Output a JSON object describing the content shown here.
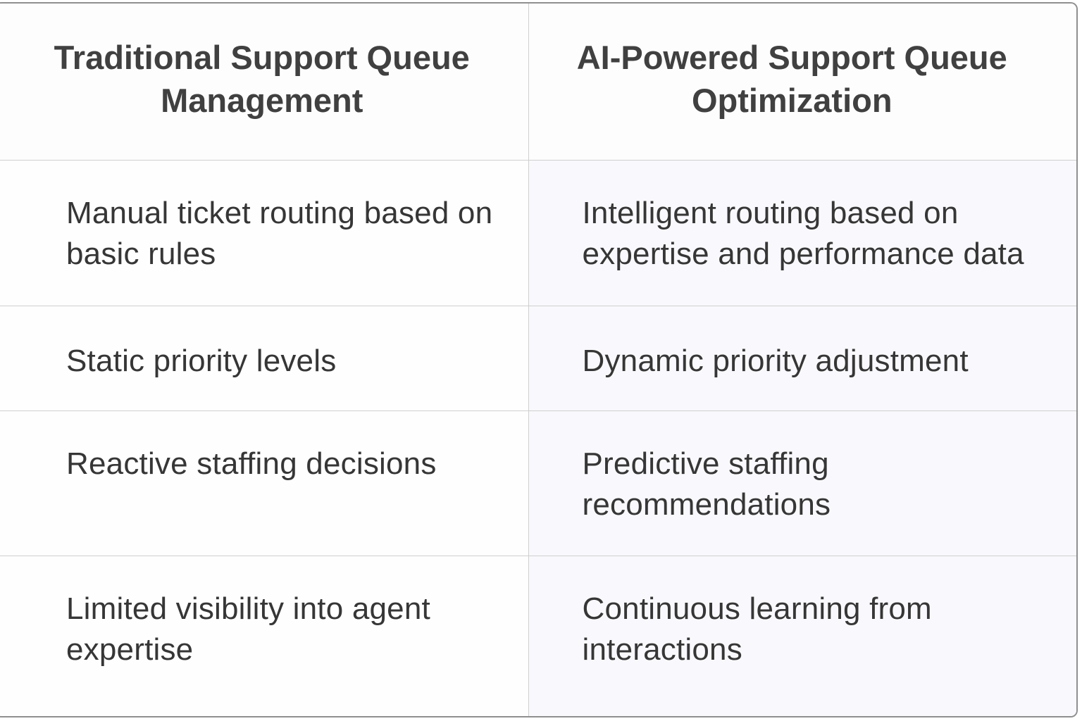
{
  "table": {
    "headers": [
      "Traditional Support Queue Management",
      "AI-Powered Support Queue Optimization"
    ],
    "rows": [
      {
        "traditional": "Manual ticket routing based on basic rules",
        "ai": "Intelligent routing based on expertise and performance data"
      },
      {
        "traditional": "Static priority levels",
        "ai": "Dynamic priority adjustment"
      },
      {
        "traditional": "Reactive staffing decisions",
        "ai": "Predictive staffing recommendations"
      },
      {
        "traditional": "Limited visibility into agent expertise",
        "ai": "Continuous learning from interactions"
      }
    ]
  },
  "colors": {
    "text": "#363636",
    "header_text": "#404040",
    "border": "#8f8f8f",
    "divider": "#cfcfcf",
    "ai_column_tint": "#f9f8fc"
  }
}
